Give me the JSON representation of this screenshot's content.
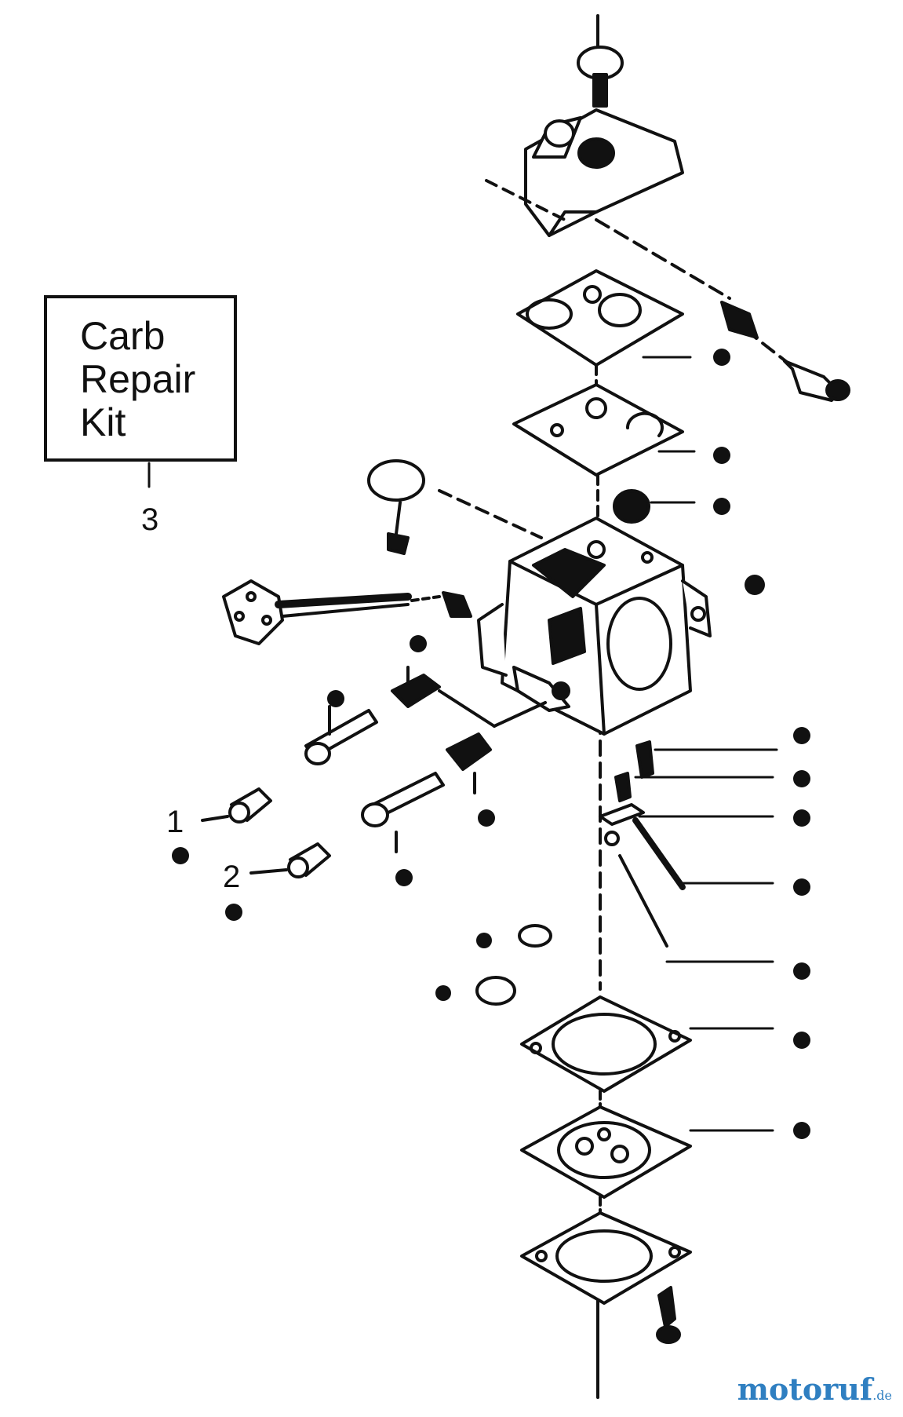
{
  "kit": {
    "line1": "Carb",
    "line2": "Repair",
    "line3": "Kit",
    "ref": "3"
  },
  "labels": {
    "part1": "1",
    "part2": "2"
  },
  "watermark": {
    "brand": "motoruf",
    "domain": ".de"
  },
  "colors": {
    "ink": "#111111",
    "paper": "#ffffff",
    "watermark": "#2f7fc1"
  }
}
